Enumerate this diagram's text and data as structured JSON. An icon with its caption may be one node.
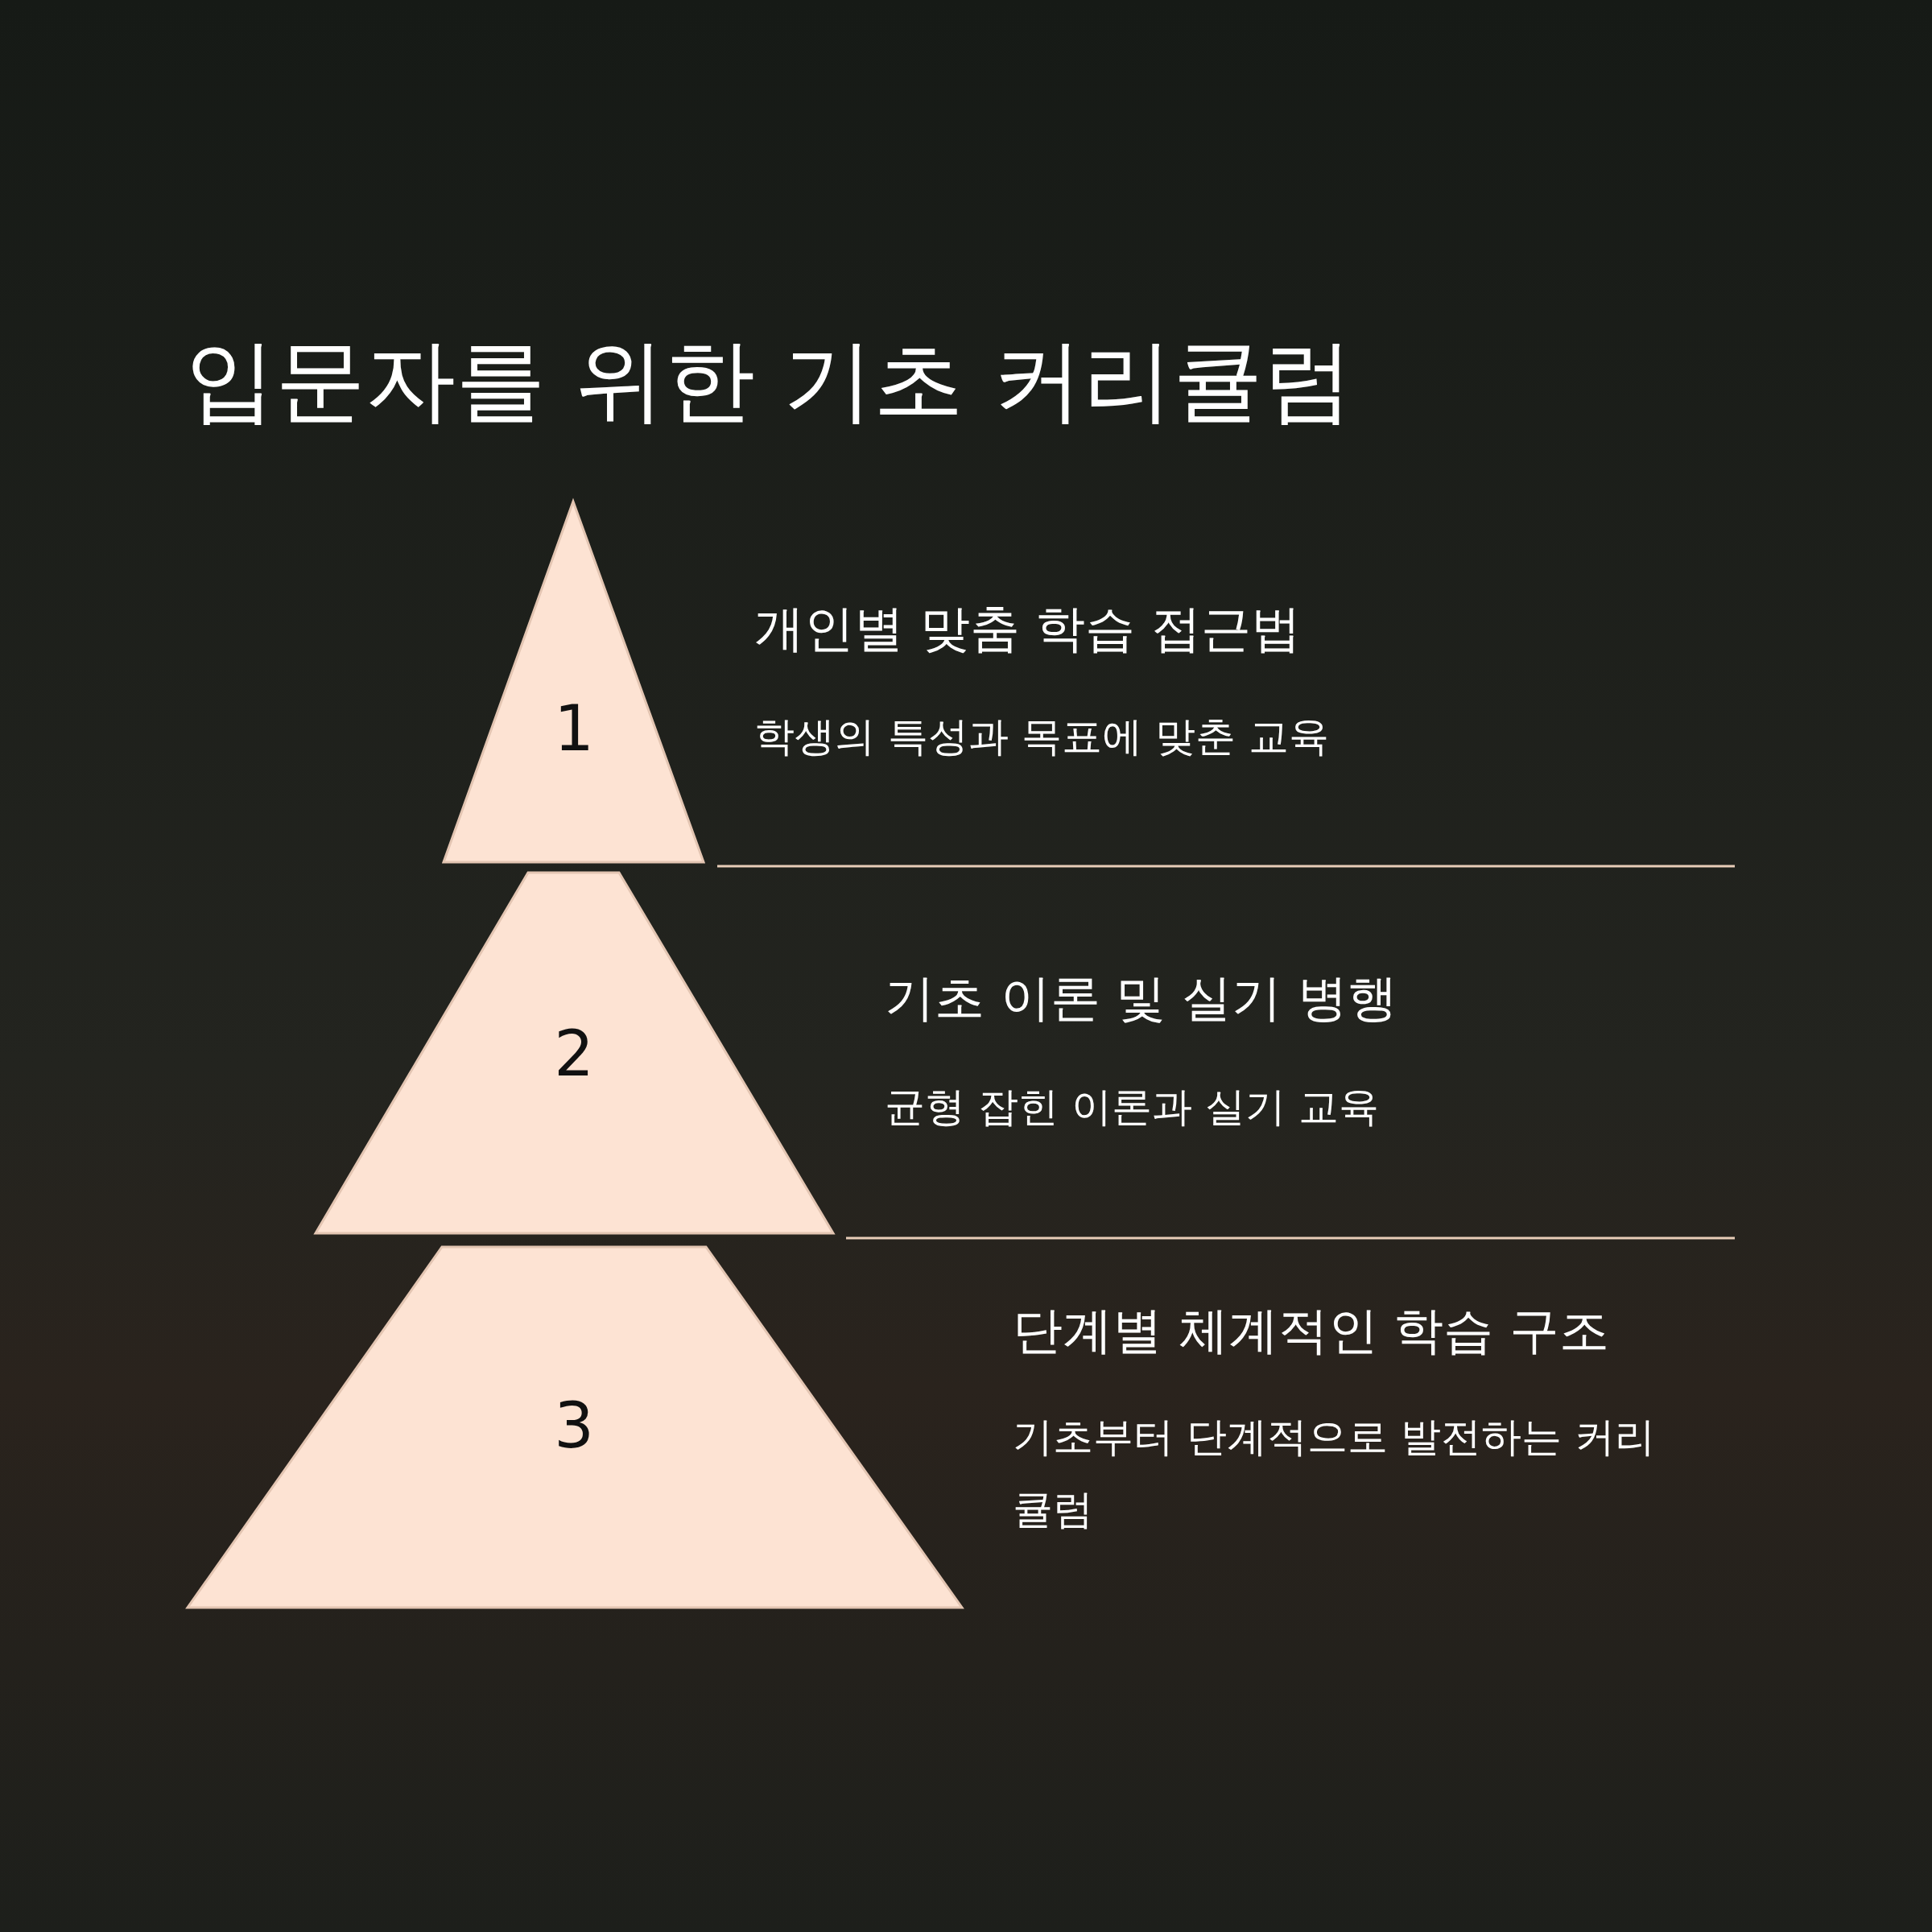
{
  "diagram": {
    "title": "입문자를 위한 기초 커리큘럼",
    "nodes": [
      {
        "text": [
          "1"
        ],
        "beside": [
          "개인별 맞춤 학습 접근법",
          "학생의 특성과 목표에 맞춘 교육"
        ]
      },
      {
        "text": [
          "2"
        ],
        "beside": [
          "기초 이론 및 실기 병행",
          "균형 잡힌 이론과 실기 교육"
        ]
      },
      {
        "text": [
          "3"
        ],
        "beside": [
          "단계별 체계적인 학습 구조",
          "기초부터 단계적으로 발전하는 커리큘럼"
        ]
      }
    ]
  }
}
